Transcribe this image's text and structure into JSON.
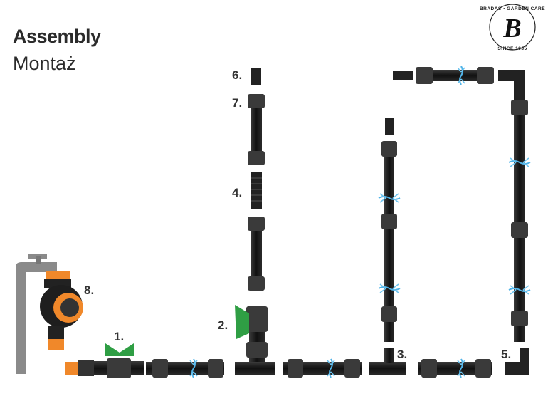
{
  "header": {
    "title": "Assembly",
    "subtitle": "Montaż"
  },
  "logo": {
    "letter": "B",
    "ring_text": "BRADAS • GARDEN CARE • SINCE 1985"
  },
  "labels": {
    "l1": "1.",
    "l2": "2.",
    "l3": "3.",
    "l4": "4.",
    "l5": "5.",
    "l6": "6.",
    "l7": "7.",
    "l8": "8."
  },
  "colors": {
    "pipe": "#1c1c1c",
    "connector": "#3a3a3a",
    "valve_green": "#2f9e44",
    "timer_orange": "#f0882a",
    "spray_blue": "#4fb3e8",
    "tap_gray": "#8a8a8a"
  }
}
